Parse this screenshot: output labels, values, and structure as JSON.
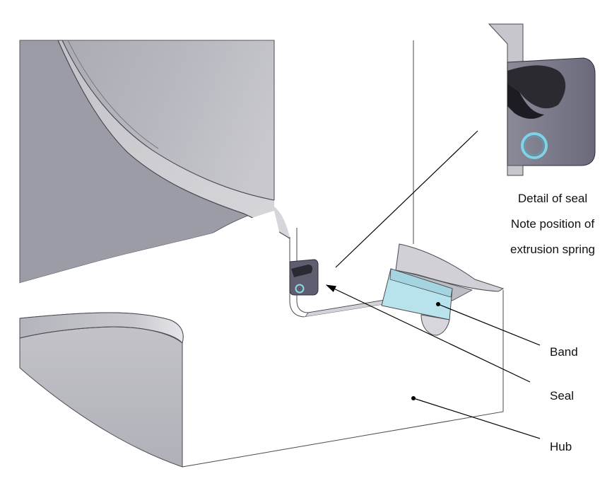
{
  "detail_caption": {
    "line1": "Detail of seal",
    "line2": "Note position of",
    "line3": "extrusion spring"
  },
  "labels": {
    "band": "Band",
    "seal": "Seal",
    "hub": "Hub"
  },
  "colors": {
    "surface_dark": "#a9a9b3",
    "surface_mid": "#c6c6cc",
    "surface_light": "#dcdce0",
    "seal_body": "#5c5c6e",
    "seal_dark": "#2e2e36",
    "band": "#b9e3ec",
    "spring_ring": "#7fd3e6",
    "edge": "#4a4a52"
  }
}
